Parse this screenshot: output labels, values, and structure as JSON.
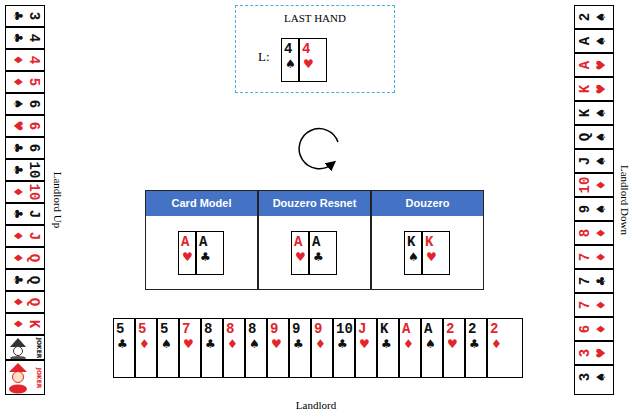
{
  "diagram": {
    "nodes": [
      {
        "text": [
          "LAST HAND",
          "L:"
        ]
      },
      {
        "text": [
          "4",
          "♠"
        ],
        "in": 0
      },
      {
        "text": [
          "4",
          "♥"
        ],
        "in": 0
      },
      {
        "text": [
          "Card Model"
        ]
      },
      {
        "text": [
          "A",
          "♥"
        ],
        "in": 3
      },
      {
        "text": [
          "A",
          "♣"
        ],
        "in": 3
      },
      {
        "text": [
          "Douzero Resnet"
        ]
      },
      {
        "text": [
          "A",
          "♥"
        ],
        "in": 6
      },
      {
        "text": [
          "A",
          "♣"
        ],
        "in": 6
      },
      {
        "text": [
          "Douzero"
        ]
      },
      {
        "text": [
          "K",
          "♠"
        ],
        "in": 9
      },
      {
        "text": [
          "K",
          "♥"
        ],
        "in": 9
      },
      {
        "text": [
          "3",
          "♣"
        ]
      },
      {
        "text": [
          "4",
          "♣"
        ]
      },
      {
        "text": [
          "4",
          "♦"
        ]
      },
      {
        "text": [
          "5",
          "♦"
        ]
      },
      {
        "text": [
          "6",
          "♠"
        ]
      },
      {
        "text": [
          "6",
          "♥"
        ]
      },
      {
        "text": [
          "6",
          "♣"
        ]
      },
      {
        "text": [
          "10",
          "♣"
        ]
      },
      {
        "text": [
          "10",
          "♦"
        ]
      },
      {
        "text": [
          "J",
          "♣"
        ]
      },
      {
        "text": [
          "J",
          "♦"
        ]
      },
      {
        "text": [
          "Q",
          "♦"
        ]
      },
      {
        "text": [
          "Q",
          "♣"
        ]
      },
      {
        "text": [
          "Q",
          "♦"
        ]
      },
      {
        "text": [
          "K",
          "♦"
        ]
      },
      {
        "text": [
          "JOKER"
        ]
      },
      {
        "text": [
          "JOKER"
        ]
      },
      {
        "text": [
          "2",
          "♠"
        ]
      },
      {
        "text": [
          "A",
          "♠"
        ]
      },
      {
        "text": [
          "A",
          "♥"
        ]
      },
      {
        "text": [
          "K",
          "♥"
        ]
      },
      {
        "text": [
          "K",
          "♠"
        ]
      },
      {
        "text": [
          "Q",
          "♠"
        ]
      },
      {
        "text": [
          "J",
          "♠"
        ]
      },
      {
        "text": [
          "10",
          "♦"
        ]
      },
      {
        "text": [
          "9",
          "♠"
        ]
      },
      {
        "text": [
          "8",
          "♦"
        ]
      },
      {
        "text": [
          "7",
          "♦"
        ]
      },
      {
        "text": [
          "7",
          "♣"
        ]
      },
      {
        "text": [
          "7",
          "♦"
        ]
      },
      {
        "text": [
          "6",
          "♦"
        ]
      },
      {
        "text": [
          "3",
          "♥"
        ]
      },
      {
        "text": [
          "3",
          "♠"
        ]
      },
      {
        "text": [
          "5",
          "♣"
        ]
      },
      {
        "text": [
          "5",
          "♦"
        ]
      },
      {
        "text": [
          "5",
          "♠"
        ]
      },
      {
        "text": [
          "7",
          "♥"
        ]
      },
      {
        "text": [
          "8",
          "♣"
        ]
      },
      {
        "text": [
          "8",
          "♦"
        ]
      },
      {
        "text": [
          "8",
          "♠"
        ]
      },
      {
        "text": [
          "9",
          "♥"
        ]
      },
      {
        "text": [
          "9",
          "♣"
        ]
      },
      {
        "text": [
          "9",
          "♦"
        ]
      },
      {
        "text": [
          "10",
          "♣"
        ]
      },
      {
        "text": [
          "J",
          "♥"
        ]
      },
      {
        "text": [
          "K",
          "♣"
        ]
      },
      {
        "text": [
          "A",
          "♦"
        ]
      },
      {
        "text": [
          "A",
          "♠"
        ]
      },
      {
        "text": [
          "2",
          "♥"
        ]
      },
      {
        "text": [
          "2",
          "♣"
        ]
      },
      {
        "text": [
          "2",
          "♦"
        ]
      }
    ],
    "labels": [
      "Landlord Up",
      "Landlord Down",
      "Landlord"
    ]
  }
}
